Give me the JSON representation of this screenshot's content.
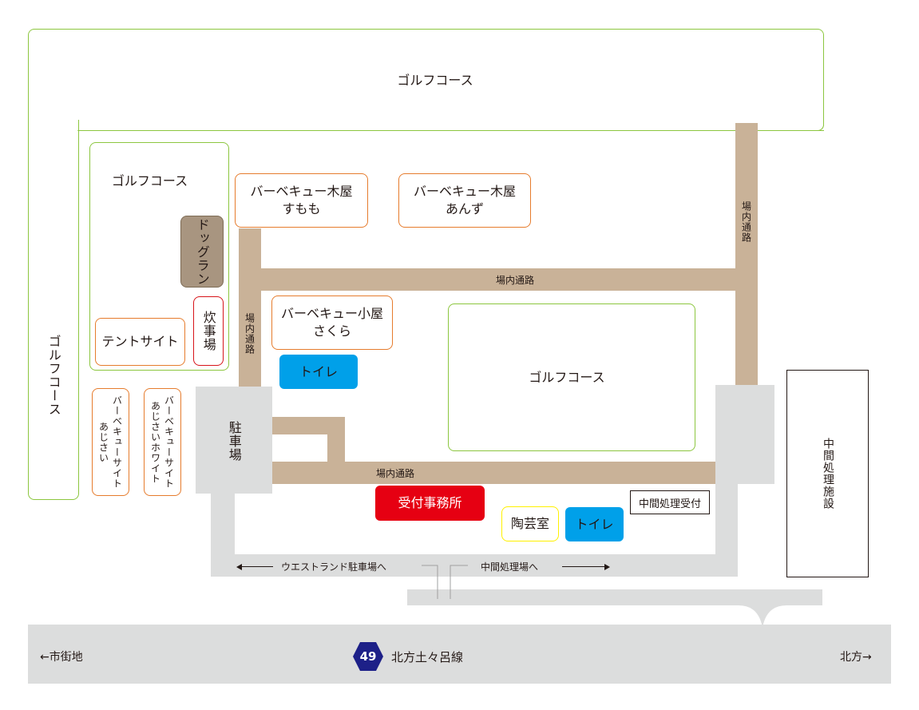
{
  "map": {
    "golf_top": "ゴルフコース",
    "golf_left_vertical": "ゴルフコース",
    "golf_inner_left": "ゴルフコース",
    "golf_center": "ゴルフコース",
    "dog_run": "ドッグラン",
    "cooking_area": "炊事場",
    "tent_site": "テントサイト",
    "bbq_sumomo": "バーベキュー木屋\nすもも",
    "bbq_anzu": "バーベキュー木屋\nあんず",
    "bbq_sakura": "バーベキュー小屋\nさくら",
    "toilet_upper": "トイレ",
    "toilet_lower": "トイレ",
    "bbq_site_ajisai": "バーベキューサイト\nあじさい",
    "bbq_site_ajisai_white": "バーベキューサイト\nあじさいホワイト",
    "parking": "駐車場",
    "path_vertical_left": "場内通路",
    "path_vertical_right": "場内通路",
    "path_horizontal_upper": "場内通路",
    "path_horizontal_lower": "場内通路",
    "reception_office": "受付事務所",
    "pottery_room": "陶芸室",
    "intermediate_reception": "中間処理受付",
    "intermediate_facility": "中間処理施設",
    "to_west_parking": "ウエストランド駐車場へ",
    "to_intermediate_site": "中間処理場へ",
    "to_city": "←市街地",
    "to_kitakata": "北方→",
    "route_number": "49",
    "route_name": "北方土々呂線"
  },
  "colors": {
    "golf_border": "#8cc63f",
    "path": "#c9b298",
    "road_gray": "#dcdddd",
    "orange_border": "#e67c2d",
    "red_border": "#d7141a",
    "reception_fill": "#e60012",
    "toilet_upper": "#00a0e9",
    "toilet_lower": "#00a0e9",
    "dog_run_fill": "#a89580",
    "route_badge": "#1d2088",
    "pottery_border": "#fff100"
  }
}
